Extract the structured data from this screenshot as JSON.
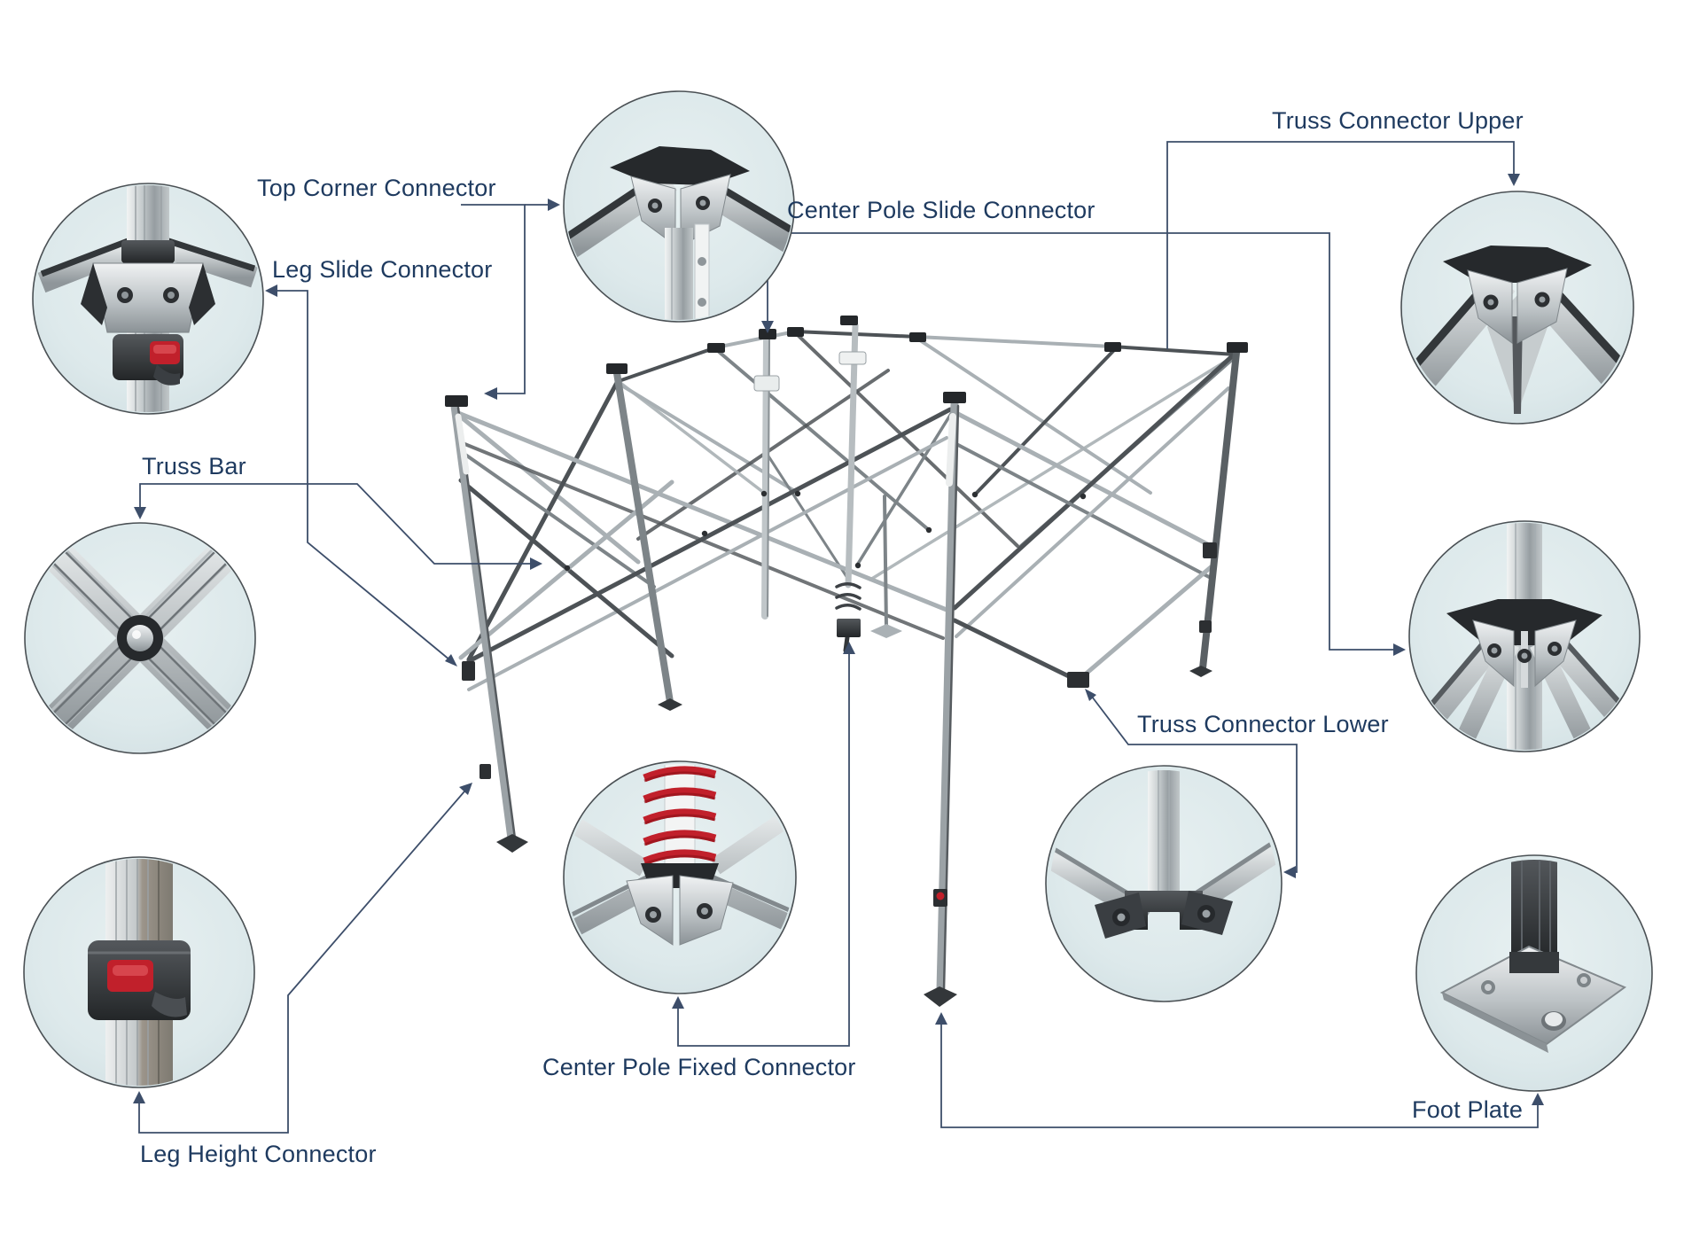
{
  "diagram": {
    "subject": "pop-up canopy frame parts diagram",
    "labels": {
      "top_corner_connector": "Top Corner Connector",
      "leg_slide_connector": "Leg Slide Connector",
      "truss_bar": "Truss Bar",
      "leg_height_connector": "Leg Height Connector",
      "center_pole_slide_connector": "Center Pole Slide Connector",
      "truss_connector_upper": "Truss Connector Upper",
      "truss_connector_lower": "Truss Connector Lower",
      "center_pole_fixed_connector": "Center Pole Fixed Connector",
      "foot_plate": "Foot Plate"
    },
    "colors": {
      "label_text": "#1e3a5f",
      "leader_line": "#3d4e6a",
      "circle_fill": "#dde9eb",
      "circle_stroke": "#4a5054",
      "accent_red": "#c1202b",
      "metal_light": "#e8eaeb",
      "metal_dark": "#4d5256",
      "background": "#ffffff"
    },
    "callouts": [
      {
        "part": "leg_slide_connector",
        "position": "top-left"
      },
      {
        "part": "top_corner_connector",
        "position": "top-center"
      },
      {
        "part": "truss_connector_upper",
        "position": "top-right"
      },
      {
        "part": "truss_bar",
        "position": "middle-left"
      },
      {
        "part": "center_pole_slide_connector",
        "position": "middle-right"
      },
      {
        "part": "leg_height_connector",
        "position": "bottom-left"
      },
      {
        "part": "center_pole_fixed_connector",
        "position": "bottom-center"
      },
      {
        "part": "truss_connector_lower",
        "position": "bottom-center-right"
      },
      {
        "part": "foot_plate",
        "position": "bottom-right"
      }
    ]
  }
}
